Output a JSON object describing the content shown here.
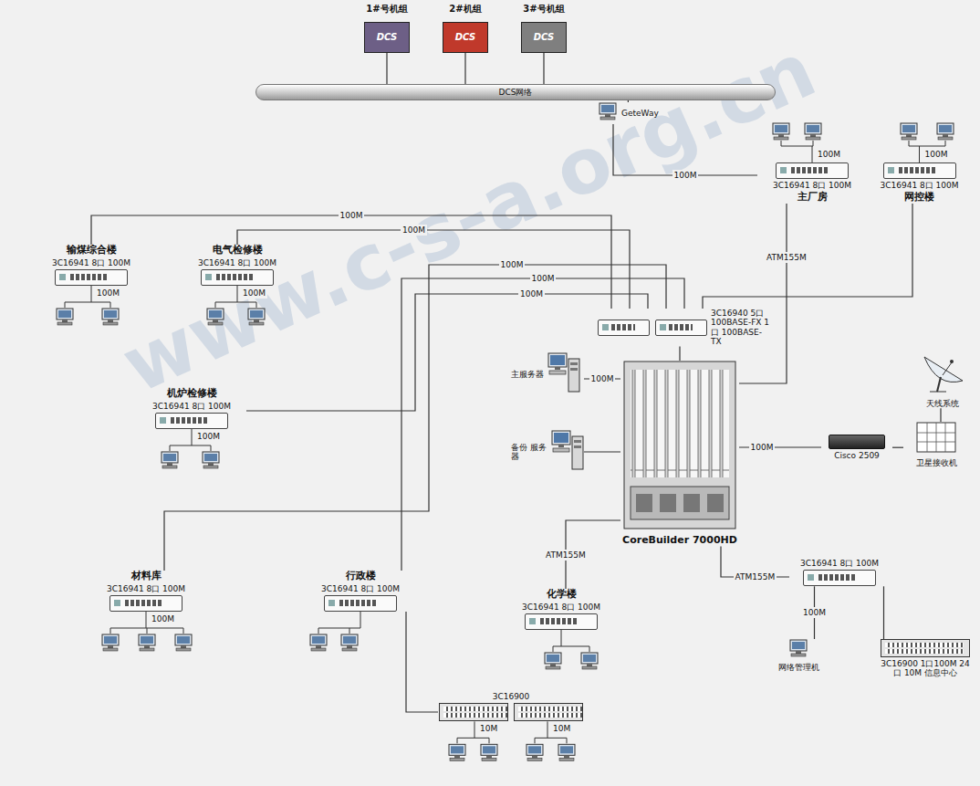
{
  "diagram": {
    "nodes": [
      {
        "text": [
          "1#号机组"
        ]
      },
      {
        "text": [
          "DCS"
        ],
        "in": 0
      },
      {
        "text": [
          "2#机组"
        ]
      },
      {
        "text": [
          "DCS"
        ],
        "in": 2
      },
      {
        "text": [
          "3#号机组"
        ]
      },
      {
        "text": [
          "DCS"
        ],
        "in": 4
      },
      {
        "text": [
          "DCS网络"
        ]
      },
      {
        "text": [
          "GeteWay"
        ]
      },
      {
        "text": [
          "3C16941 8口 100M",
          "主厂房"
        ]
      },
      {
        "text": [
          "3C16941 8口 100M",
          "网控楼"
        ]
      },
      {
        "text": [
          "输煤综合楼",
          "3C16941 8口 100M"
        ]
      },
      {
        "text": [
          "电气检修楼",
          "3C16941 8口 100M"
        ]
      },
      {
        "text": [
          "3C16940 5口 100BASE-FX 1口 100BASE-TX"
        ]
      },
      {
        "text": [
          "主服务器"
        ]
      },
      {
        "text": [
          "机炉检修楼",
          "3C16941 8口 100M"
        ]
      },
      {
        "text": [
          "CoreBuilder 7000HD"
        ]
      },
      {
        "text": [
          "备份 服务器"
        ]
      },
      {
        "text": [
          "Cisco 2509"
        ]
      },
      {
        "text": [
          "卫星接收机"
        ]
      },
      {
        "text": [
          "天线系统"
        ]
      },
      {
        "text": [
          "3C16941 8口 100M"
        ]
      },
      {
        "text": [
          "网络管理机"
        ]
      },
      {
        "text": [
          "3C16900 1口100M 24口 10M 信息中心"
        ]
      },
      {
        "text": [
          "材料库",
          "3C16941 8口 100M"
        ]
      },
      {
        "text": [
          "行政楼",
          "3C16941 8口 100M"
        ]
      },
      {
        "text": [
          "3C16900"
        ]
      },
      {
        "text": [
          "化学楼",
          "3C16941 8口 100M"
        ]
      }
    ],
    "edges": [
      {
        "from": 1,
        "to": 6,
        "arrow": "none"
      },
      {
        "from": 3,
        "to": 6,
        "arrow": "none"
      },
      {
        "from": 5,
        "to": 6,
        "arrow": "none"
      },
      {
        "from": 6,
        "to": 7,
        "arrow": "none"
      },
      {
        "from": 7,
        "to": 8,
        "arrow": "none",
        "label": "100M"
      },
      {
        "from": 8,
        "to": 15,
        "arrow": "none",
        "label": "ATM155M"
      },
      {
        "from": 9,
        "to": 12,
        "arrow": "none"
      },
      {
        "from": 10,
        "to": 12,
        "arrow": "none",
        "label": "100M"
      },
      {
        "from": 11,
        "to": 12,
        "arrow": "none",
        "label": "100M"
      },
      {
        "from": 14,
        "to": 12,
        "arrow": "none",
        "label": "100M"
      },
      {
        "from": 23,
        "to": 12,
        "arrow": "none",
        "label": "100M"
      },
      {
        "from": 24,
        "to": 12,
        "arrow": "none",
        "label": "100M"
      },
      {
        "from": 26,
        "to": 15,
        "arrow": "none",
        "label": "ATM155M"
      },
      {
        "from": 13,
        "to": 15,
        "arrow": "none",
        "label": "100M"
      },
      {
        "from": 16,
        "to": 15,
        "arrow": "none"
      },
      {
        "from": 12,
        "to": 15,
        "arrow": "none"
      },
      {
        "from": 15,
        "to": 17,
        "arrow": "none",
        "label": "100M"
      },
      {
        "from": 17,
        "to": 18,
        "arrow": "none"
      },
      {
        "from": 19,
        "to": 18,
        "arrow": "none"
      },
      {
        "from": 15,
        "to": 20,
        "arrow": "none",
        "label": "ATM155M"
      },
      {
        "from": 20,
        "to": 21,
        "arrow": "none",
        "label": "100M"
      },
      {
        "from": 20,
        "to": 22,
        "arrow": "none"
      },
      {
        "from": 24,
        "to": 25,
        "arrow": "none"
      }
    ],
    "labels": [
      "100M",
      "100M",
      "100M",
      "100M",
      "100M",
      "100M",
      "10M",
      "10M",
      "www.c-s-a.org.cn"
    ]
  }
}
